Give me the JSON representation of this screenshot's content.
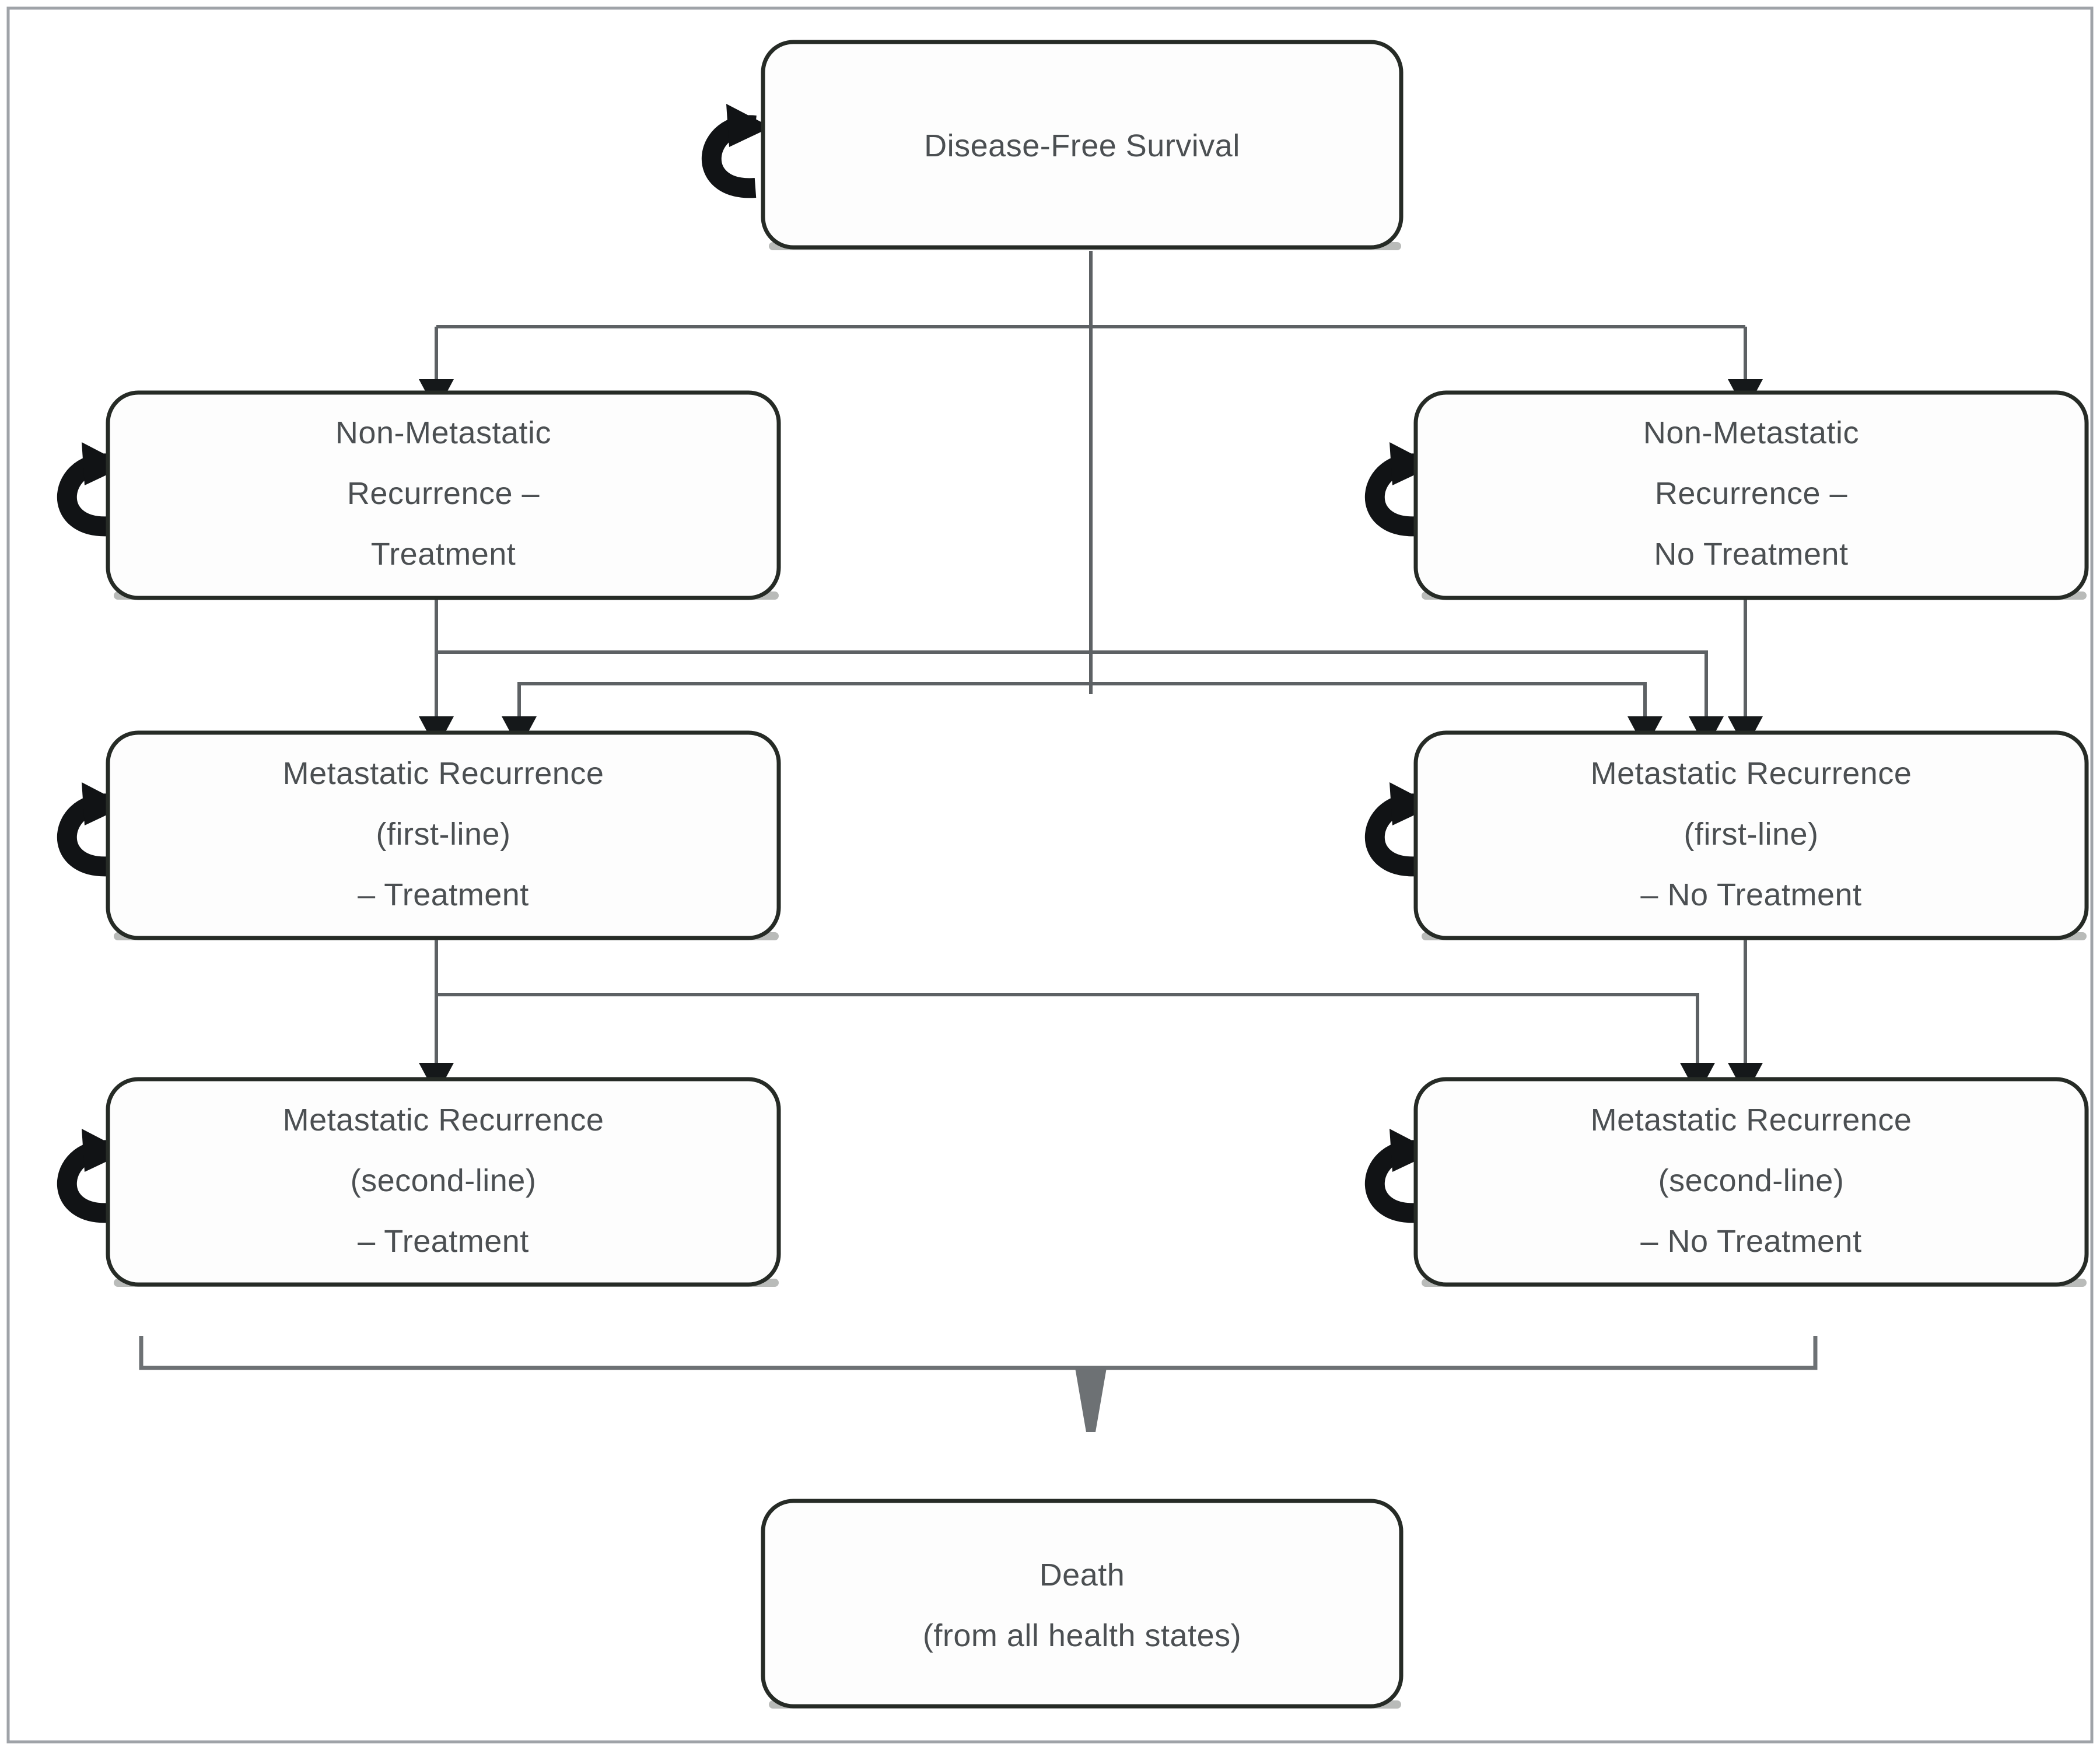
{
  "diagram": {
    "type": "state-transition-model",
    "title": "Health-state transition diagram",
    "colors": {
      "frame": "#9fa3a8",
      "box_border": "#262b26",
      "box_fill": "#fdfdfd",
      "text": "#4b4f52",
      "connector": "#5d6164",
      "arrowhead": "#15181a",
      "selfloop": "#111315"
    },
    "nodes": [
      {
        "id": "disease-free-survival",
        "lines": [
          "Disease-Free Survival"
        ],
        "self_loop": true
      },
      {
        "id": "non-metastatic-recurrence-treatment",
        "lines": [
          "Non-Metastatic",
          "Recurrence –",
          "Treatment"
        ],
        "self_loop": true
      },
      {
        "id": "non-metastatic-recurrence-no-treatment",
        "lines": [
          "Non-Metastatic",
          "Recurrence –",
          "No Treatment"
        ],
        "self_loop": true
      },
      {
        "id": "metastatic-recurrence-first-line-treatment",
        "lines": [
          "Metastatic Recurrence",
          "(first-line)",
          "– Treatment"
        ],
        "self_loop": true
      },
      {
        "id": "metastatic-recurrence-first-line-no-treatment",
        "lines": [
          "Metastatic Recurrence",
          "(first-line)",
          "– No Treatment"
        ],
        "self_loop": true
      },
      {
        "id": "metastatic-recurrence-second-line-treatment",
        "lines": [
          "Metastatic Recurrence",
          "(second-line)",
          "– Treatment"
        ],
        "self_loop": true
      },
      {
        "id": "metastatic-recurrence-second-line-no-treatment",
        "lines": [
          "Metastatic Recurrence",
          "(second-line)",
          "– No Treatment"
        ],
        "self_loop": true
      },
      {
        "id": "death",
        "lines": [
          "Death",
          "(from all health states)"
        ],
        "self_loop": false
      }
    ],
    "node_text": {
      "dfs_l1": "Disease-Free Survival",
      "nmr_t_l1": "Non-Metastatic",
      "nmr_t_l2": "Recurrence –",
      "nmr_t_l3": "Treatment",
      "nmr_nt_l1": "Non-Metastatic",
      "nmr_nt_l2": "Recurrence –",
      "nmr_nt_l3": "No Treatment",
      "mr1_t_l1": "Metastatic Recurrence",
      "mr1_t_l2": "(first-line)",
      "mr1_t_l3": "– Treatment",
      "mr1_nt_l1": "Metastatic Recurrence",
      "mr1_nt_l2": "(first-line)",
      "mr1_nt_l3": "– No Treatment",
      "mr2_t_l1": "Metastatic Recurrence",
      "mr2_t_l2": "(second-line)",
      "mr2_t_l3": "– Treatment",
      "mr2_nt_l1": "Metastatic Recurrence",
      "mr2_nt_l2": "(second-line)",
      "mr2_nt_l3": "– No Treatment",
      "death_l1": "Death",
      "death_l2": "(from all health states)"
    },
    "transitions": [
      {
        "from": "disease-free-survival",
        "to": "disease-free-survival"
      },
      {
        "from": "disease-free-survival",
        "to": "non-metastatic-recurrence-treatment"
      },
      {
        "from": "disease-free-survival",
        "to": "non-metastatic-recurrence-no-treatment"
      },
      {
        "from": "disease-free-survival",
        "to": "metastatic-recurrence-first-line-treatment"
      },
      {
        "from": "disease-free-survival",
        "to": "metastatic-recurrence-first-line-no-treatment"
      },
      {
        "from": "non-metastatic-recurrence-treatment",
        "to": "non-metastatic-recurrence-treatment"
      },
      {
        "from": "non-metastatic-recurrence-treatment",
        "to": "metastatic-recurrence-first-line-treatment"
      },
      {
        "from": "non-metastatic-recurrence-treatment",
        "to": "metastatic-recurrence-first-line-no-treatment"
      },
      {
        "from": "non-metastatic-recurrence-no-treatment",
        "to": "non-metastatic-recurrence-no-treatment"
      },
      {
        "from": "non-metastatic-recurrence-no-treatment",
        "to": "metastatic-recurrence-first-line-treatment"
      },
      {
        "from": "non-metastatic-recurrence-no-treatment",
        "to": "metastatic-recurrence-first-line-no-treatment"
      },
      {
        "from": "metastatic-recurrence-first-line-treatment",
        "to": "metastatic-recurrence-first-line-treatment"
      },
      {
        "from": "metastatic-recurrence-first-line-treatment",
        "to": "metastatic-recurrence-second-line-treatment"
      },
      {
        "from": "metastatic-recurrence-first-line-treatment",
        "to": "metastatic-recurrence-second-line-no-treatment"
      },
      {
        "from": "metastatic-recurrence-first-line-no-treatment",
        "to": "metastatic-recurrence-first-line-no-treatment"
      },
      {
        "from": "metastatic-recurrence-first-line-no-treatment",
        "to": "metastatic-recurrence-second-line-no-treatment"
      },
      {
        "from": "metastatic-recurrence-second-line-treatment",
        "to": "metastatic-recurrence-second-line-treatment"
      },
      {
        "from": "metastatic-recurrence-second-line-no-treatment",
        "to": "metastatic-recurrence-second-line-no-treatment"
      },
      {
        "from": "all-health-states",
        "to": "death"
      }
    ]
  }
}
